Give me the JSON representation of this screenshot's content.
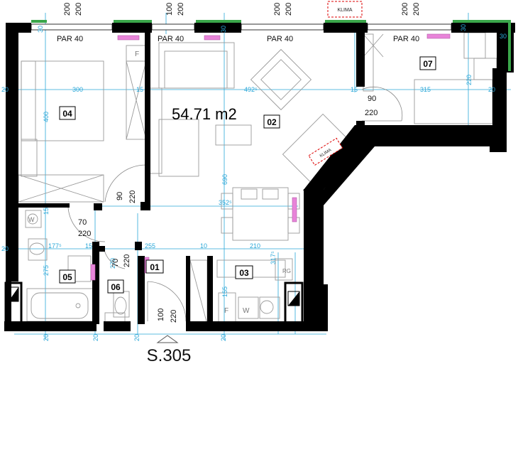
{
  "plan": {
    "area": "54.71 m2",
    "apartment_code": "S.305",
    "rooms": [
      "04",
      "02",
      "07",
      "05",
      "06",
      "01",
      "03"
    ],
    "window_labels": [
      "PAR 40",
      "PAR 40",
      "PAR 40",
      "PAR 40"
    ],
    "klima_labels": [
      "KLIMA",
      "KLIMA"
    ],
    "top_dims": [
      "200",
      "200",
      "100",
      "200",
      "200",
      "200",
      "200",
      "200"
    ],
    "door_dims": {
      "d1_w": "90",
      "d1_h": "220",
      "d2_w": "90",
      "d2_h": "220",
      "d3_w": "70",
      "d3_h": "220",
      "d4_w": "70",
      "d4_h": "220",
      "d5_w": "100",
      "d5_h": "220"
    },
    "cyan_dims": {
      "c_30a": "30",
      "c_30b": "30",
      "c_30c": "30",
      "c_20l": "20",
      "c_300": "300",
      "c_15a": "15",
      "c_492": "492⁵",
      "c_15b": "15",
      "c_315": "315",
      "c_20r": "20",
      "c_400": "400",
      "c_690": "690",
      "c_220": "220",
      "c_352": "352⁵",
      "c_15c": "15",
      "c_20l2": "20",
      "c_177": "177⁵",
      "c_15d": "15",
      "c_255": "255",
      "c_10": "10",
      "c_210": "210",
      "c_317": "317⁵",
      "c_275": "275",
      "c_270": "270",
      "c_155": "155",
      "c_20b1": "20",
      "c_20b2": "20",
      "c_20b3": "20",
      "c_20b4": "20"
    },
    "fixtures": {
      "fridge": "F",
      "fridge2": "F",
      "washer": "W",
      "washer2": "W",
      "range": "RG"
    }
  }
}
